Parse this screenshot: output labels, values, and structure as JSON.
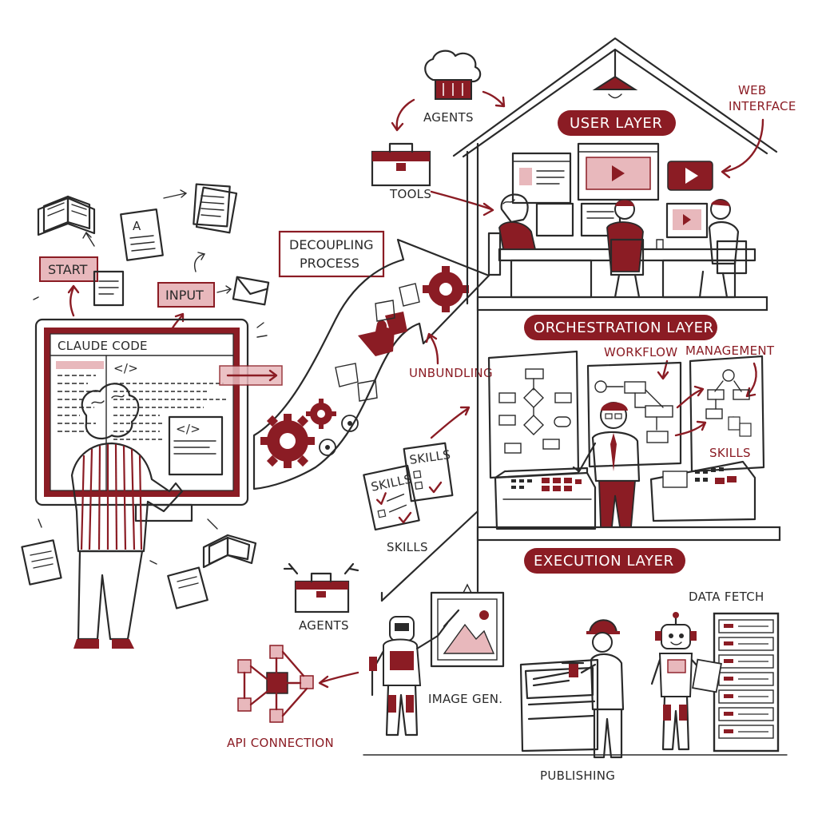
{
  "colors": {
    "accent": "#8b1c24",
    "accent_light": "#e8b8bc",
    "ink": "#2a2a2a",
    "background": "#ffffff"
  },
  "left_flow": {
    "start_label": "START",
    "input_label": "INPUT",
    "screen_title": "CLAUDE CODE",
    "code_tag": "</>"
  },
  "center": {
    "decoupling_label": "DECOUPLING\nPROCESS",
    "decoupling_line1": "DECOUPLING",
    "decoupling_line2": "PROCESS",
    "unbundling_label": "UNBUNDLING",
    "skills_label": "SKILLS",
    "skills_card_label": "SKILLS"
  },
  "top_tools": {
    "agents_label": "AGENTS",
    "tools_label": "TOOLS"
  },
  "layers": {
    "user_layer": "USER LAYER",
    "web_interface_line1": "WEB",
    "web_interface_line2": "INTERFACE",
    "orchestration_layer": "ORCHESTRATION LAYER",
    "workflow_label": "WORKFLOW",
    "management_label": "MANAGEMENT",
    "skills_label": "SKILLS",
    "execution_layer": "EXECUTION LAYER"
  },
  "execution": {
    "agents_label": "AGENTS",
    "api_label": "API CONNECTION",
    "image_gen_label": "IMAGE GEN.",
    "publishing_label": "PUBLISHING",
    "data_fetch_label": "DATA FETCH"
  },
  "icons": [
    "book-icon",
    "document-icon",
    "envelope-icon",
    "chef-hat-icon",
    "toolbox-icon",
    "gear-icon",
    "puzzle-icon",
    "checklist-icon",
    "chip-icon",
    "robot-icon",
    "server-rack-icon",
    "monitor-icon",
    "lamp-icon"
  ]
}
